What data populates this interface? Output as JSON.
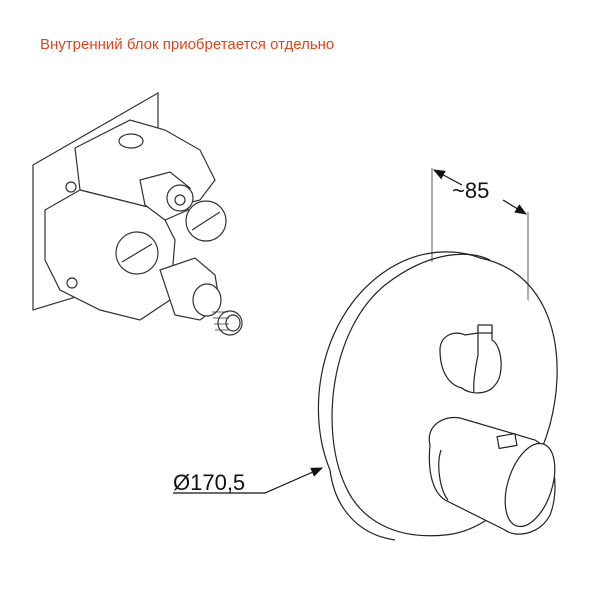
{
  "caption": "Внутренний блок приобретается отдельно",
  "dimensions": {
    "depth_label": "~85",
    "diameter_label": "Ø170,5"
  },
  "figures": {
    "left": "concealed-valve-body",
    "right": "thermostat-trim-plate"
  },
  "colors": {
    "caption": "#d9481c",
    "line": "#222222"
  }
}
